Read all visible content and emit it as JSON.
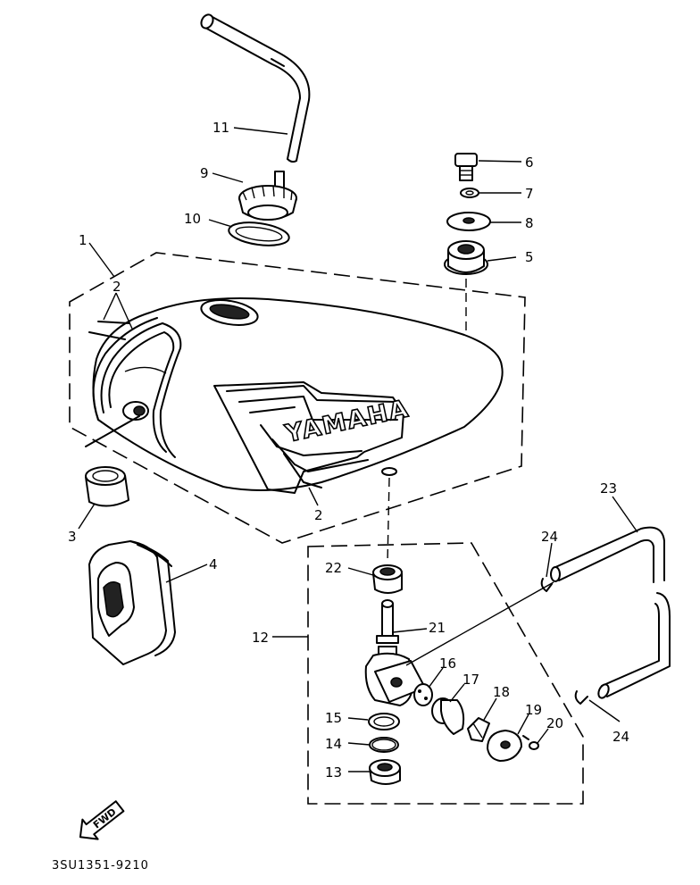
{
  "callouts": {
    "c1": "1",
    "c2a": "2",
    "c2b": "2",
    "c3": "3",
    "c4": "4",
    "c5": "5",
    "c6": "6",
    "c7": "7",
    "c8": "8",
    "c9": "9",
    "c10": "10",
    "c11": "11",
    "c12": "12",
    "c13": "13",
    "c14": "14",
    "c15": "15",
    "c16": "16",
    "c17": "17",
    "c18": "18",
    "c19": "19",
    "c20": "20",
    "c21": "21",
    "c22": "22",
    "c23": "23",
    "c24a": "24",
    "c24b": "24"
  },
  "tank_brand": "YAMAHA",
  "fwd_label": "FWD",
  "diagram_code": "3SU1351-9210"
}
